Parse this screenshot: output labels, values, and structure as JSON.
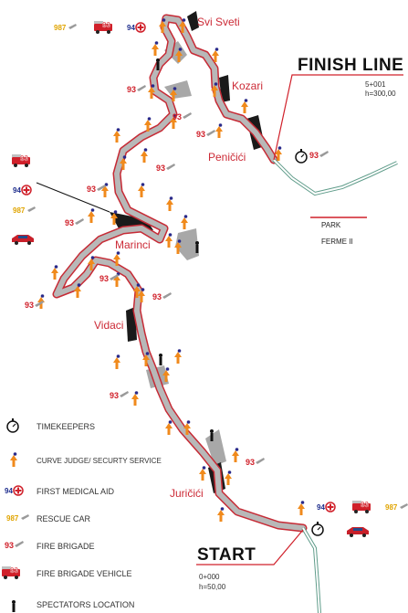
{
  "places": {
    "svi_sveti": "Svi Sveti",
    "kozari": "Kozari",
    "penicici": "Peničići",
    "marinci": "Marinci",
    "vidaci": "Vidaci",
    "juricici": "Juričići"
  },
  "finish": {
    "title": "FINISH LINE",
    "distance": "5+001",
    "height": "h=300,00"
  },
  "start": {
    "title": "START",
    "distance": "0+000",
    "height": "h=50,00"
  },
  "park": {
    "line1": "PARK",
    "line2": "FERME II"
  },
  "badges": {
    "fire": "93",
    "medical": "94",
    "rescue": "987"
  },
  "legend": [
    {
      "icon": "timekeeper-icon",
      "label": "TIMEKEEPERS"
    },
    {
      "icon": "curve-judge-icon",
      "label": "CURVE JUDGE/ SECURTY SERVICE"
    },
    {
      "icon": "first-aid-icon",
      "label": "FIRST MEDICAL AID"
    },
    {
      "icon": "rescue-car-icon",
      "label": "RESCUE CAR"
    },
    {
      "icon": "fire-brigade-icon",
      "label": "FIRE BRIGADE"
    },
    {
      "icon": "fire-truck-icon",
      "label": "FIRE BRIGADE VEHICLE"
    },
    {
      "icon": "spectator-icon",
      "label": "SPECTATORS LOCATION"
    }
  ],
  "colors": {
    "track": "#b8b8b8",
    "track_edge": "#c62a35",
    "accent": "#cc2a36",
    "judge": "#f08a1c",
    "road": "#5f9c8a"
  }
}
